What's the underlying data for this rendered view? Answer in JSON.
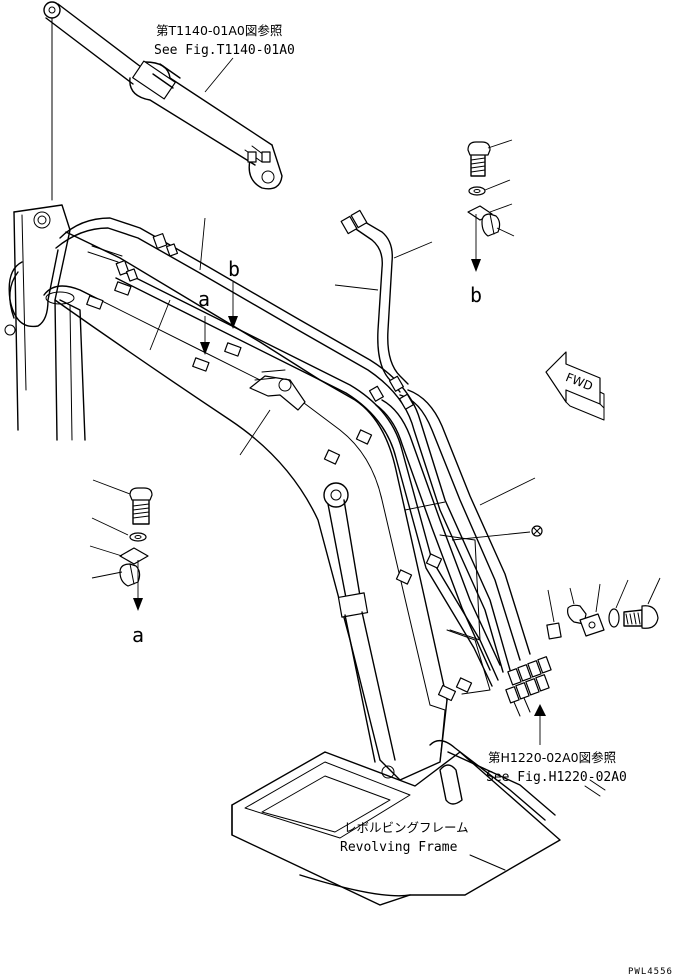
{
  "references": {
    "top": {
      "ja": "第T1140-01A0図参照",
      "en": "See Fig.T1140-01A0"
    },
    "bottom": {
      "ja": "第H1220-02A0図参照",
      "en": "See Fig.H1220-02A0"
    }
  },
  "frame_label": {
    "ja": "レボルビングフレーム",
    "en": "Revolving Frame"
  },
  "markers": {
    "a": "a",
    "b": "b"
  },
  "direction": "FWD",
  "drawing_number": "PWL4556"
}
